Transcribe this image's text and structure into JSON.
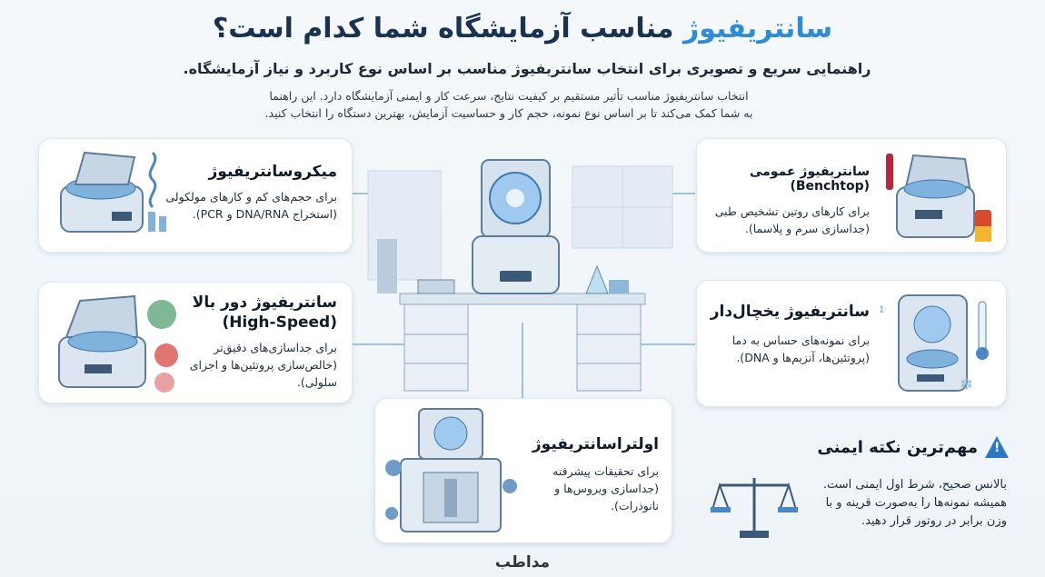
{
  "header": {
    "title_part1": "سانتریفیوژ",
    "title_part2": "مناسب آزمایشگاه شما کدام است؟",
    "subtitle": "راهنمایی سریع و تصویری برای انتخاب سانتریفیوژ مناسب بر اساس نوع کاربرد و نیاز آزمایشگاه.",
    "intro_line1": "انتخاب سانتریفیوژ مناسب تأثیر مستقیم بر کیفیت نتایج، سرعت کار و ایمنی آزمایشگاه دارد. این راهنما",
    "intro_line2": "به شما کمک می‌کند تا بر اساس نوع نمونه، حجم کار و حساسیت آزمایش، بهترین دستگاه را انتخاب کنید."
  },
  "cards": {
    "micro": {
      "title": "میکروسانتریفیوژ",
      "line1": "برای حجم‌های کم و کارهای مولکولی",
      "line2": "(استخراج DNA/RNA و PCR)."
    },
    "benchtop": {
      "title": "سانتریفیوژ عمومی (Benchtop)",
      "line1": "برای کارهای روتین تشخیص طبی",
      "line2": "(جداسازی سرم و پلاسما)."
    },
    "highspeed": {
      "title": "سانتریفیوژ دور بالا",
      "title2": "(High-Speed)",
      "line1": "برای جداسازی‌های دقیق‌تر",
      "line2": "(خالص‌سازی پروتئین‌ها و اجزای",
      "line3": "سلولی)."
    },
    "refrigerated": {
      "title": "سانتریفیوژ یخچال‌دار",
      "line1": "برای نمونه‌های حساس به دما",
      "line2": "(پروتئین‌ها، آنزیم‌ها و DNA)."
    },
    "ultra": {
      "title": "اولتراسانتریفیوژ",
      "line1": "برای تحقیقات پیشرفته",
      "line2": "(جداسازی ویروس‌ها و نانوذرات)."
    }
  },
  "safety": {
    "title": "مهم‌ترین نکته ایمنی",
    "line1": "بالانس صحیح، شرط اول ایمنی است.",
    "line2": "همیشه نمونه‌ها را به‌صورت قرینه و با",
    "line3": "وزن برابر در روتور قرار دهید."
  },
  "footer": {
    "brand": "مداطب"
  },
  "colors": {
    "accent": "#2d8bd8",
    "title": "#18324f",
    "warning": "#2b78c4"
  }
}
